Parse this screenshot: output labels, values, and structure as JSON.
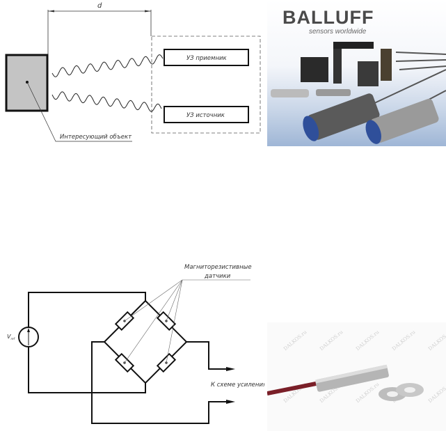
{
  "diagram_ultrasonic": {
    "distance_label": "d",
    "receiver_label": "УЗ приемник",
    "source_label": "УЗ источник",
    "object_label": "Интересующий объект"
  },
  "photo_balluff": {
    "brand": "BALLUFF",
    "tagline": "sensors worldwide"
  },
  "diagram_bridge": {
    "sensors_label_line1": "Магниторезистивные",
    "sensors_label_line2": "датчики",
    "voltage_label": "V",
    "voltage_subscript": "ref",
    "output_label": "К схеме усиления"
  },
  "photo_dalkos": {
    "watermark": "DALKOS.ru"
  }
}
